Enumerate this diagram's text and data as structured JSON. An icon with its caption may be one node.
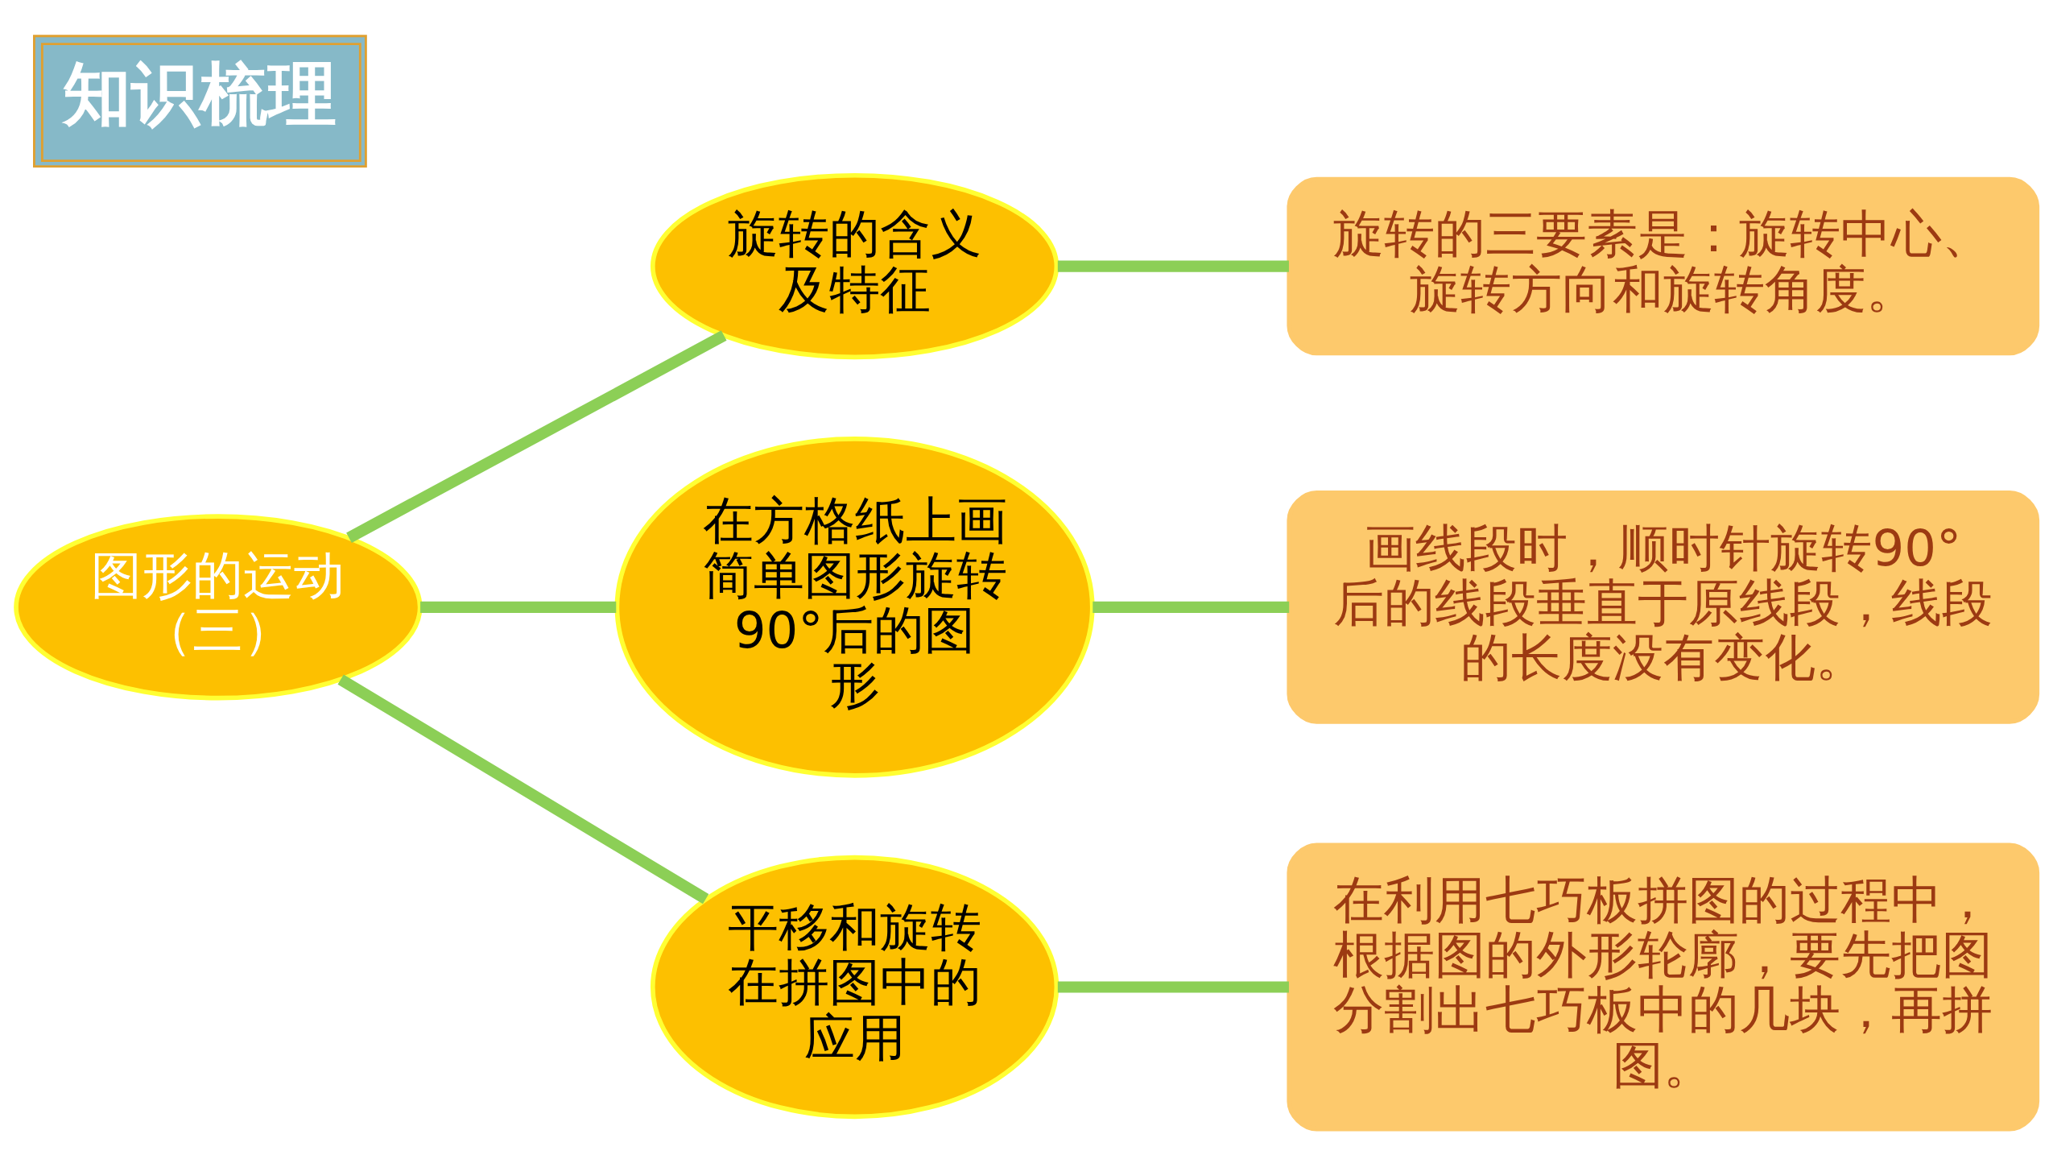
{
  "diagram": {
    "title": "知识梳理",
    "nodes": [
      {
        "text": [
          "图形的运动（三）"
        ]
      },
      {
        "text": [
          "旋转的含义及特征"
        ]
      },
      {
        "text": [
          "在方格纸上画简单图形旋转90°后的图形"
        ]
      },
      {
        "text": [
          "平移和旋转在拼图中的应用"
        ]
      },
      {
        "text": [
          "旋转的三要素是：旋转中心、旋转方向和旋转角度。"
        ]
      },
      {
        "text": [
          "画线段时，顺时针旋转90°后的线段垂直于原线段，线段的长度没有变化。"
        ]
      },
      {
        "text": [
          "在利用七巧板拼图的过程中，根据图的外形轮廓，要先把图分割出七巧板中的几块，再拼图。"
        ]
      }
    ],
    "edges": [
      {
        "from": 0,
        "to": 1,
        "arrow": "none"
      },
      {
        "from": 0,
        "to": 2,
        "arrow": "none"
      },
      {
        "from": 0,
        "to": 3,
        "arrow": "none"
      },
      {
        "from": 1,
        "to": 4,
        "arrow": "none"
      },
      {
        "from": 2,
        "to": 5,
        "arrow": "none"
      },
      {
        "from": 3,
        "to": 6,
        "arrow": "none"
      }
    ]
  }
}
